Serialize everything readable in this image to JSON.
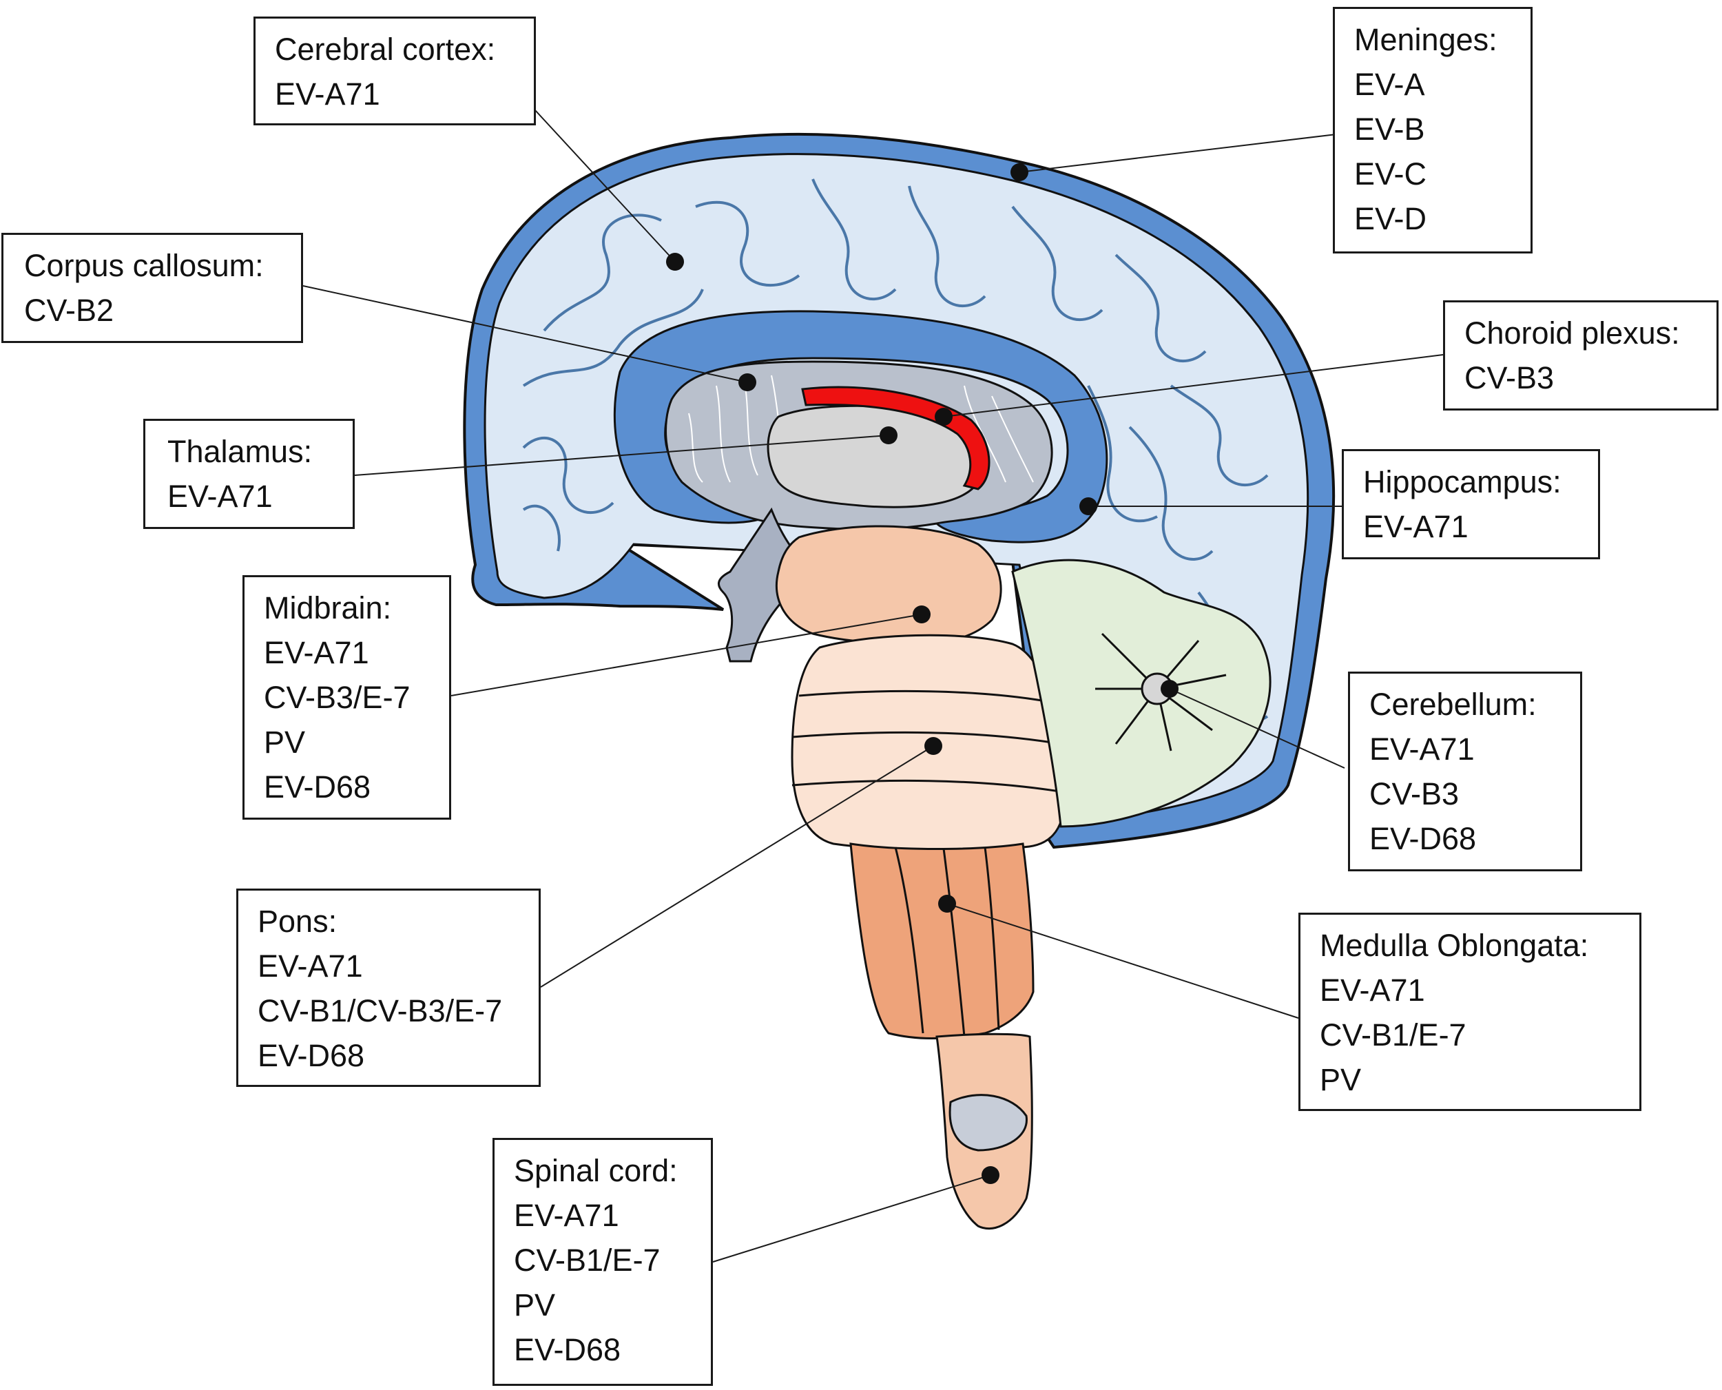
{
  "diagram": {
    "labels": [
      {
        "id": "cerebral-cortex",
        "title": "Cerebral cortex:",
        "viruses": [
          "EV-A71"
        ]
      },
      {
        "id": "meninges",
        "title": "Meninges:",
        "viruses": [
          "EV-A",
          "EV-B",
          "EV-C",
          "EV-D"
        ]
      },
      {
        "id": "corpus-callosum",
        "title": "Corpus callosum:",
        "viruses": [
          "CV-B2"
        ]
      },
      {
        "id": "choroid-plexus",
        "title": "Choroid plexus:",
        "viruses": [
          "CV-B3"
        ]
      },
      {
        "id": "thalamus",
        "title": "Thalamus:",
        "viruses": [
          "EV-A71"
        ]
      },
      {
        "id": "hippocampus",
        "title": "Hippocampus:",
        "viruses": [
          "EV-A71"
        ]
      },
      {
        "id": "midbrain",
        "title": "Midbrain:",
        "viruses": [
          "EV-A71",
          "CV-B3/E-7",
          "PV",
          "EV-D68"
        ]
      },
      {
        "id": "cerebellum",
        "title": "Cerebellum:",
        "viruses": [
          "EV-A71",
          "CV-B3",
          "EV-D68"
        ]
      },
      {
        "id": "pons",
        "title": "Pons:",
        "viruses": [
          "EV-A71",
          "CV-B1/CV-B3/E-7",
          "EV-D68"
        ]
      },
      {
        "id": "medulla-oblongata",
        "title": "Medulla Oblongata:",
        "viruses": [
          "EV-A71",
          "CV-B1/E-7",
          "PV"
        ]
      },
      {
        "id": "spinal-cord",
        "title": "Spinal cord:",
        "viruses": [
          "EV-A71",
          "CV-B1/E-7",
          "PV",
          "EV-D68"
        ]
      }
    ],
    "colors": {
      "meninges": "#5b8fd1",
      "cortex": "#dce8f5",
      "sulci": "#4a77a8",
      "ventricle": "#5b8fd1",
      "callosum": "#b9c0cc",
      "thalamus": "#d6d6d6",
      "choroid": "#ee1111",
      "cerebellum": "#e2eed9",
      "brainstem_light": "#f5c7aa",
      "pons": "#fbe3d3",
      "medulla": "#eea37a",
      "outline": "#111111"
    }
  }
}
